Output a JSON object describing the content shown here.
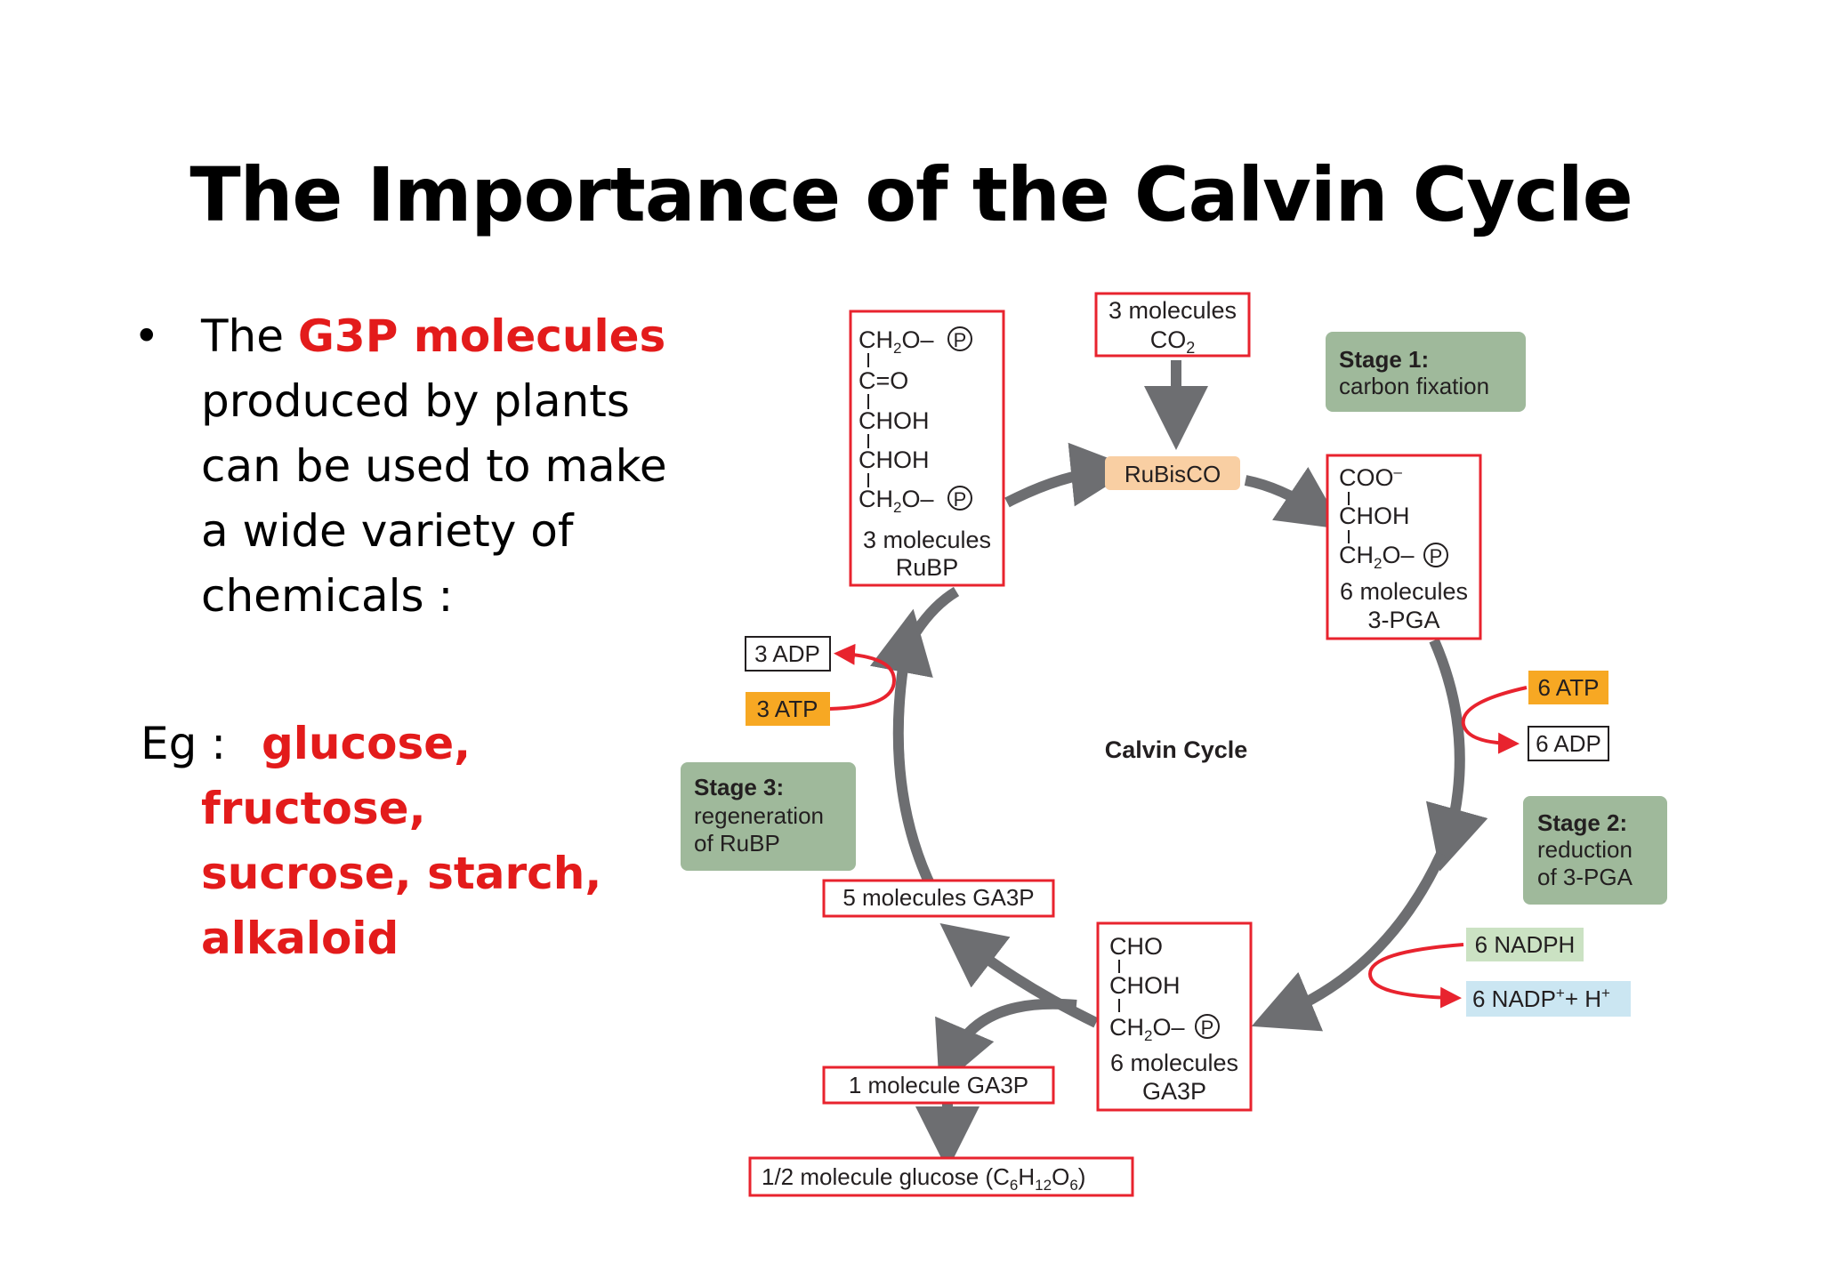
{
  "title": "The Importance of the Calvin Cycle",
  "bullet": {
    "prefix": "The ",
    "highlight": "G3P molecules",
    "suffix_lines": [
      "produced by plants",
      "can be used to make",
      "a wide variety of",
      "chemicals :"
    ]
  },
  "example": {
    "label": "Eg :",
    "items_lines": [
      "glucose, fructose,",
      "sucrose, starch,",
      "alkaloid"
    ]
  },
  "diagram": {
    "center_label": "Calvin Cycle",
    "co2_box": [
      "3 molecules",
      "CO"
    ],
    "co2_sub": "2",
    "rubisco": "RuBisCO",
    "stage1": {
      "title": "Stage 1:",
      "text": "carbon fixation"
    },
    "stage2": {
      "title": "Stage 2:",
      "text_lines": [
        "reduction",
        "of 3-PGA"
      ]
    },
    "stage3": {
      "title": "Stage 3:",
      "text_lines": [
        "regeneration",
        "of RuBP"
      ]
    },
    "rubp": {
      "lines": [
        "CH",
        "C=O",
        "CHOH",
        "CHOH",
        "CH"
      ],
      "caption": [
        "3 molecules",
        "RuBP"
      ]
    },
    "pga": {
      "lines": [
        "COO",
        "CHOH",
        "CH"
      ],
      "caption": [
        "6 molecules",
        "3-PGA"
      ]
    },
    "ga3p6": {
      "lines": [
        "CHO",
        "CHOH",
        "CH"
      ],
      "caption": [
        "6 molecules",
        "GA3P"
      ]
    },
    "phosphate_symbol": "P",
    "atp6": "6 ATP",
    "adp6": "6 ADP",
    "nadph": "6 NADPH",
    "nadp_plus": "6 NADP",
    "h_plus": "+ H",
    "adp3": "3 ADP",
    "atp3": "3 ATP",
    "ga3p5": "5 molecules GA3P",
    "ga3p1": "1 molecule GA3P",
    "glucose": "1/2 molecule glucose (C",
    "colors": {
      "arrow": "#6d6e71",
      "box_border": "#e8232e",
      "stage_bg": "#9fb99b",
      "atp_bg": "#f7a823",
      "rubisco_bg": "#f9cfa3",
      "nadph_bg": "#cbe2c3",
      "nadp_bg": "#cbe6f2",
      "red_arrow": "#e8232e"
    }
  }
}
